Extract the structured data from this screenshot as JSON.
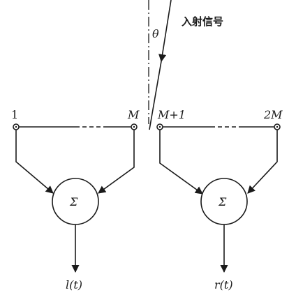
{
  "incident_label": "入射信号",
  "angle_label": "θ",
  "left_subarray": {
    "start_label": "1",
    "end_label": "M",
    "sum_symbol": "Σ",
    "output_label": "l(t)"
  },
  "right_subarray": {
    "start_label": "M+1",
    "end_label": "2M",
    "sum_symbol": "Σ",
    "output_label": "r(t)"
  }
}
